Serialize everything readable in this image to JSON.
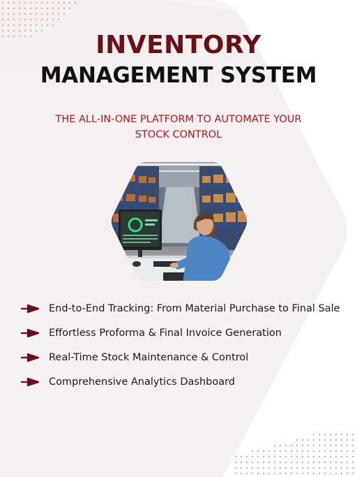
{
  "title_line1": "INVENTORY",
  "title_line2": "MANAGEMENT SYSTEM",
  "subtitle": "THE ALL-IN-ONE PLATFORM TO AUTOMATE YOUR STOCK CONTROL",
  "colors": {
    "title_accent": "#6b0f14",
    "subtitle_accent": "#c01518",
    "arrow": "#6b0f14",
    "background_shape": "#f3eded"
  },
  "features": [
    {
      "text": "End-to-End Tracking: From Material Purchase to Final Sale",
      "icon": "arrow-right-icon"
    },
    {
      "text": "Effortless Proforma & Final Invoice Generation",
      "icon": "arrow-right-icon"
    },
    {
      "text": "Real-Time Stock Maintenance & Control",
      "icon": "arrow-right-icon"
    },
    {
      "text": "Comprehensive Analytics Dashboard",
      "icon": "arrow-right-icon"
    }
  ]
}
